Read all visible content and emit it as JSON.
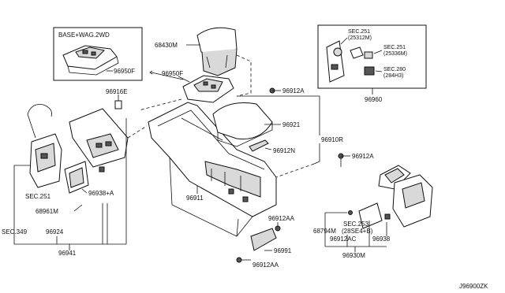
{
  "diagram_code": "J96900ZK",
  "inset_left": {
    "title": "BASE+WAG.2WD",
    "part": "96950F"
  },
  "inset_right": {
    "part": "96960",
    "refs": [
      {
        "line1": "SEC.251",
        "line2": "(25312M)"
      },
      {
        "line1": "SEC.251",
        "line2": "(25336M)"
      },
      {
        "line1": "SEC.280",
        "line2": "(284H3)"
      }
    ]
  },
  "parts": {
    "p68430M": "68430M",
    "p96950F": "96950F",
    "p96916E": "96916E",
    "p96912A_top": "96912A",
    "p96921": "96921",
    "p96912N": "96912N",
    "p96910R": "96910R",
    "p96912A_right": "96912A",
    "p96911": "96911",
    "p96912AA_a": "96912AA",
    "p96991": "96991",
    "p96912AA_b": "96912AA",
    "sec251": "SEC.251",
    "p68961M": "68961M",
    "p96938A": "96938+A",
    "sec349": "SEC.349",
    "p96924": "96924",
    "p96941": "96941",
    "sec253_1": "SEC.253",
    "sec253_2": "(28SE4+B)",
    "p68794M": "68794M",
    "p96912AC": "96912AC",
    "p96938": "96938",
    "p96930M": "96930M"
  }
}
